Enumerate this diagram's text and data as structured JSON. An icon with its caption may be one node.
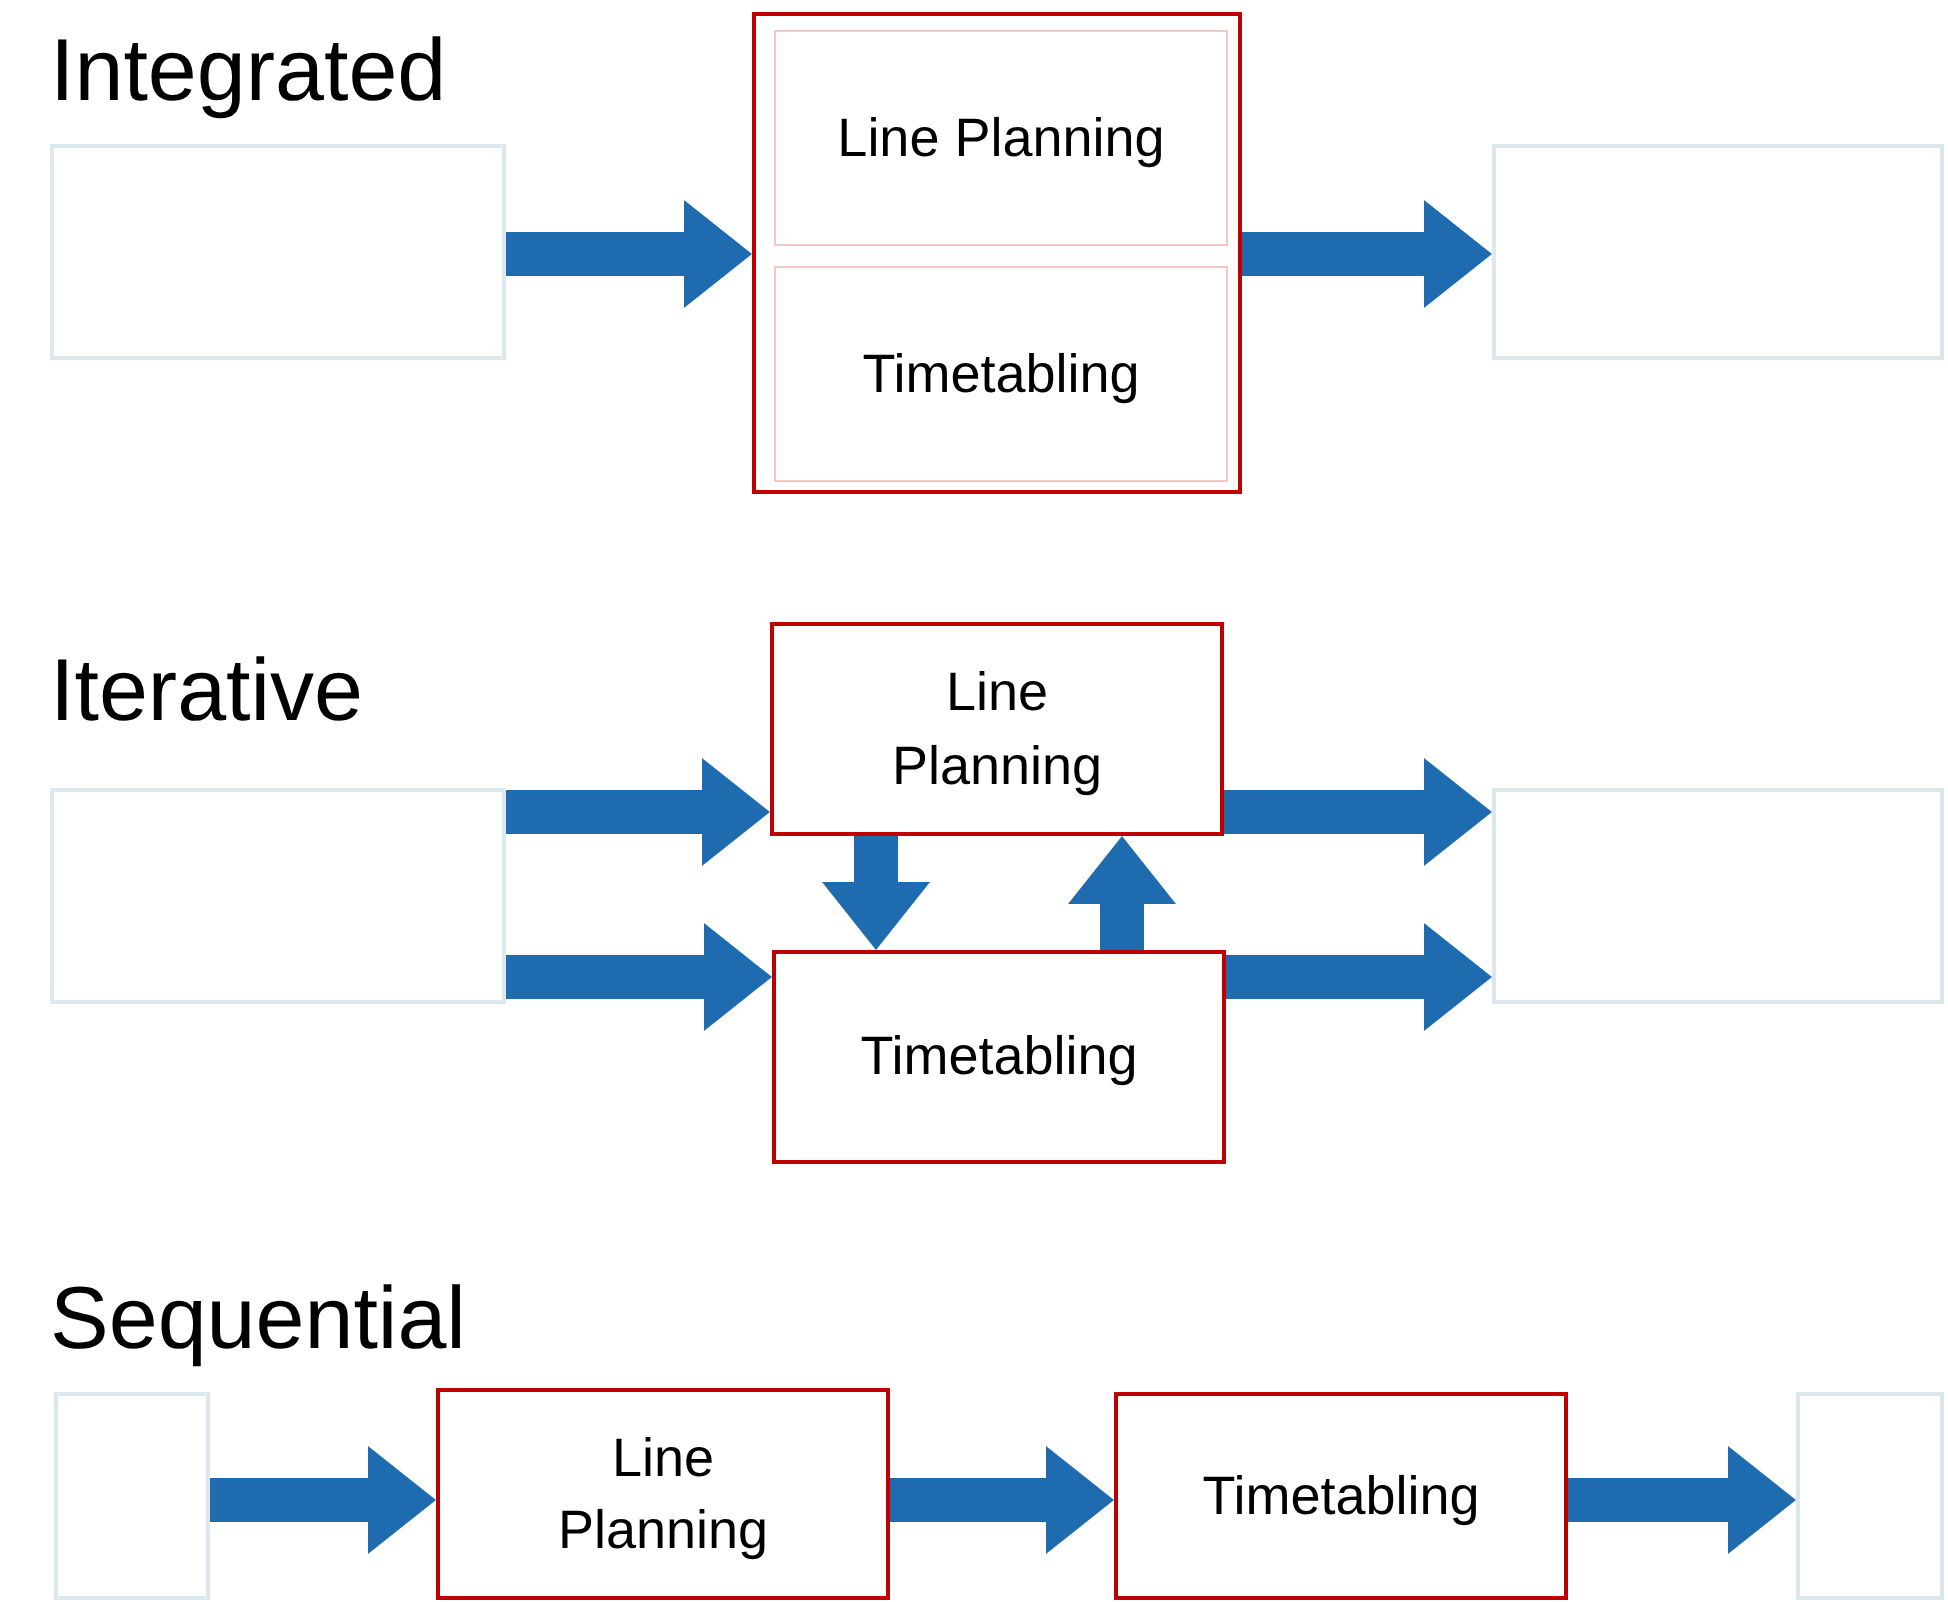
{
  "diagram": {
    "nodes": [
      {
        "text": [],
        "shape": "box"
      },
      {
        "text": [],
        "shape": "box"
      },
      {
        "text": [
          "Line Planning"
        ],
        "in": 1
      },
      {
        "text": [
          "Timetabling"
        ],
        "in": 1
      },
      {
        "text": [],
        "shape": "box"
      },
      {
        "text": [],
        "shape": "box"
      },
      {
        "text": [
          "Line Planning"
        ]
      },
      {
        "text": [
          "Timetabling"
        ]
      },
      {
        "text": [],
        "shape": "box"
      },
      {
        "text": [],
        "shape": "box"
      },
      {
        "text": [
          "Line Planning"
        ]
      },
      {
        "text": [
          "Timetabling"
        ]
      },
      {
        "text": [],
        "shape": "box"
      }
    ],
    "edges": [
      {
        "from": 0,
        "to": 1,
        "arrow": "to"
      },
      {
        "from": 1,
        "to": 4,
        "arrow": "to"
      },
      {
        "from": 5,
        "to": 6,
        "arrow": "to"
      },
      {
        "from": 5,
        "to": 7,
        "arrow": "to"
      },
      {
        "from": 6,
        "to": 8,
        "arrow": "to"
      },
      {
        "from": 7,
        "to": 8,
        "arrow": "to"
      },
      {
        "from": 6,
        "to": 7,
        "arrow": "to"
      },
      {
        "from": 7,
        "to": 6,
        "arrow": "to"
      },
      {
        "from": 9,
        "to": 10,
        "arrow": "to"
      },
      {
        "from": 10,
        "to": 11,
        "arrow": "to"
      },
      {
        "from": 11,
        "to": 12,
        "arrow": "to"
      }
    ],
    "labels": [
      "Integrated",
      "Iterative",
      "Sequential"
    ]
  }
}
